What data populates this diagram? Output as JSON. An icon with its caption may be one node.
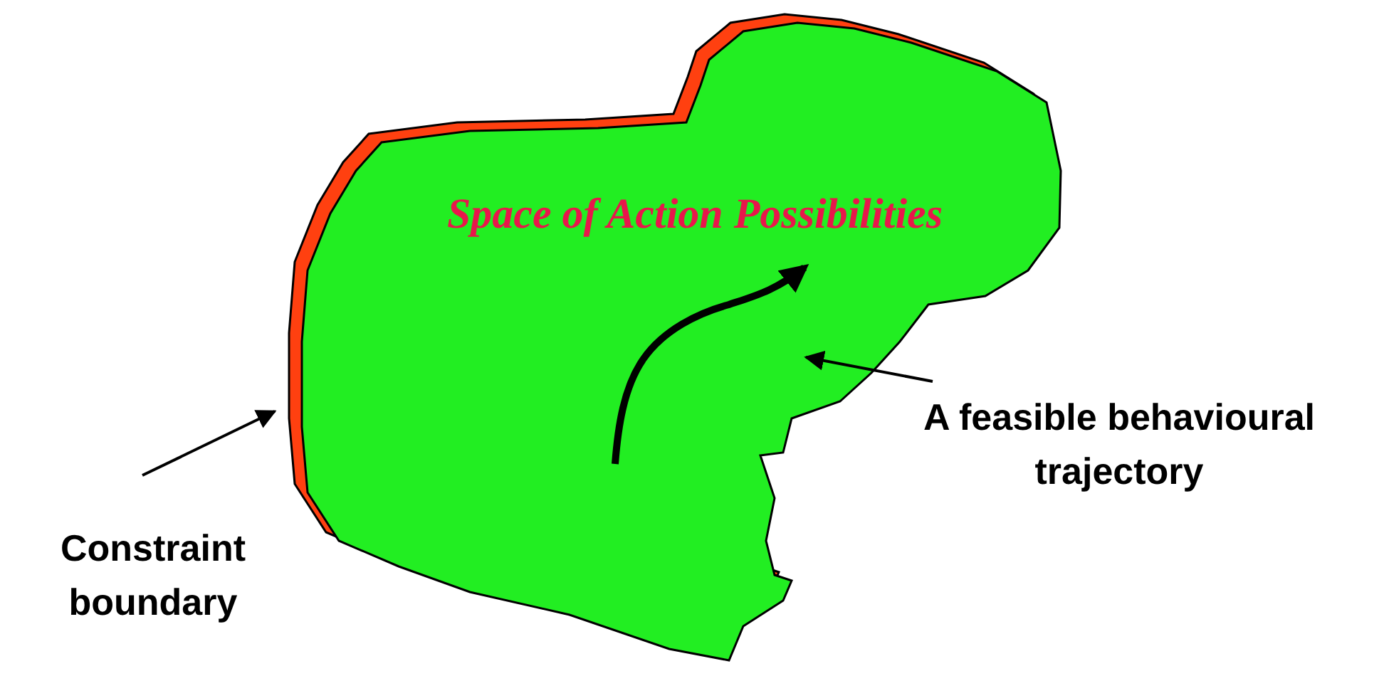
{
  "diagram": {
    "nodes": [
      {
        "text": [],
        "shape": "band"
      },
      {
        "text": [
          "Space of Action Possibilities"
        ]
      },
      {
        "text": [],
        "shape": "arrow",
        "in": 1
      },
      {
        "text": [
          "Constraint boundary"
        ]
      },
      {
        "text": [
          "A feasible behavioural trajectory"
        ]
      }
    ],
    "edges": [
      {
        "from": 3,
        "to": 0,
        "arrow": "to"
      },
      {
        "from": 4,
        "to": 2,
        "arrow": "to"
      }
    ]
  }
}
